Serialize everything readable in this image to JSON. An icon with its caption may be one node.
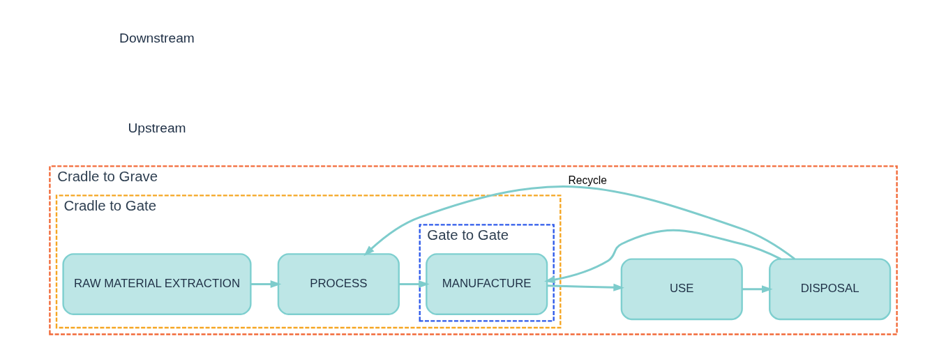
{
  "diagram": {
    "nodes": [
      {
        "text": [
          "Cradle to Grave"
        ]
      },
      {
        "text": [
          "Cradle to Gate"
        ],
        "in": 0
      },
      {
        "text": [
          "RAW MATERIAL EXTRACTION"
        ],
        "in": 1
      },
      {
        "text": [
          "PROCESS"
        ],
        "in": 1
      },
      {
        "text": [
          "Gate to Gate"
        ],
        "in": 1
      },
      {
        "text": [
          "MANUFACTURE"
        ],
        "in": 4
      },
      {
        "text": [
          "USE"
        ],
        "in": 0
      },
      {
        "text": [
          "DISPOSAL"
        ],
        "in": 0
      }
    ],
    "edges": [
      {
        "from": 2,
        "to": 3,
        "arrow": "to"
      },
      {
        "from": 3,
        "to": 5,
        "arrow": "to"
      },
      {
        "from": 5,
        "to": 6,
        "arrow": "to"
      },
      {
        "from": 6,
        "to": 7,
        "arrow": "to"
      },
      {
        "from": 7,
        "to": 3,
        "arrow": "to",
        "label": "Recycle"
      },
      {
        "from": 7,
        "to": 5,
        "arrow": "to"
      }
    ],
    "labels": [
      "Upstream",
      "Downstream"
    ]
  }
}
